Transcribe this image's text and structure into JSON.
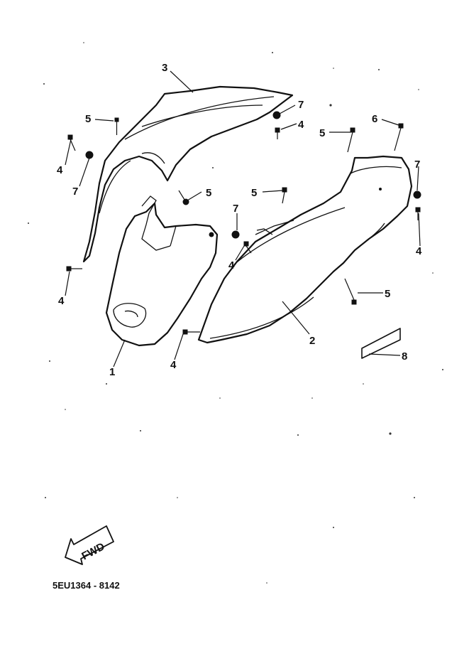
{
  "diagram": {
    "callouts": {
      "c1": "1",
      "c2": "2",
      "c3": "3",
      "c4a": "4",
      "c4b": "4",
      "c4c": "4",
      "c4d": "4",
      "c4e": "4",
      "c4f": "4",
      "c5a": "5",
      "c5b": "5",
      "c5c": "5",
      "c5d": "5",
      "c5e": "5",
      "c6": "6",
      "c7a": "7",
      "c7b": "7",
      "c7c": "7",
      "c7d": "7",
      "c8": "8"
    },
    "direction_label": "FWD",
    "drawing_code": "5EU1364 - 8142",
    "colors": {
      "ink": "#111111",
      "paper": "#ffffff"
    },
    "icons": {
      "direction": "fwd-arrow-icon",
      "fastener": "bolt-icon"
    }
  }
}
